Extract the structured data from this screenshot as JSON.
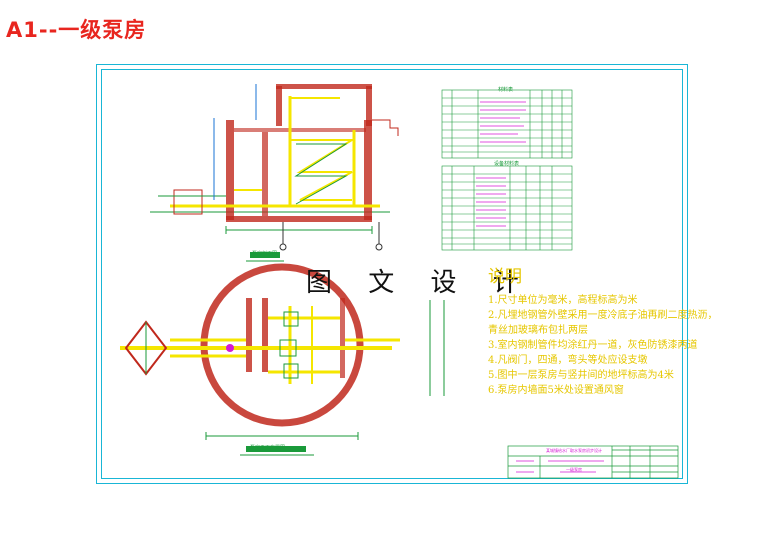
{
  "page_title": "A1--一级泵房",
  "watermark": "图 文 设 计",
  "notes": {
    "title": "说明",
    "items": [
      "1.尺寸单位为毫米，高程标高为米",
      "2.凡埋地钢管外壁采用一度冷底子油再刷二度热沥，",
      "  青丝加玻璃布包扎两层",
      "3.室内钢制管件均涂红丹一道，灰色防锈漆两道",
      "4.凡阀门，四通，弯头等处应设支墩",
      "5.图中一层泵房与竖井间的地坪标高为4米",
      "6.泵房内墙面5米处设置通风窗"
    ]
  },
  "drawing": {
    "section_label": "泵房剖面图",
    "plan_label": "泵房平面布置图",
    "table_title": "材料表",
    "table2_title": "设备材料表",
    "title_block_name": "某城镇给水厂取水泵房初步设计",
    "title_block_sheet": "一级泵房"
  },
  "colors": {
    "title_red": "#e8261f",
    "frame_cyan": "#19b6d6",
    "pipe_yellow": "#f5e600",
    "wall_red": "#c0281c",
    "note_yellow": "#e6c700",
    "drawing_green": "#1a9a3a"
  }
}
